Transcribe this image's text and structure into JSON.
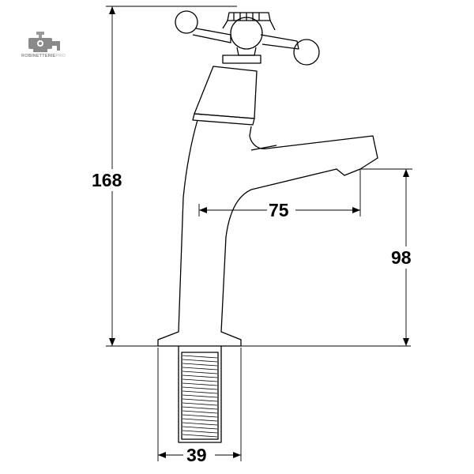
{
  "logo": {
    "brand": "ROBINETTERIE",
    "suffix": "PRO"
  },
  "dimensions": {
    "total_height": "168",
    "spout_reach": "75",
    "spout_height": "98",
    "base_width": "39"
  },
  "colors": {
    "line": "#000000",
    "logo_gray": "#8a8a8a"
  }
}
